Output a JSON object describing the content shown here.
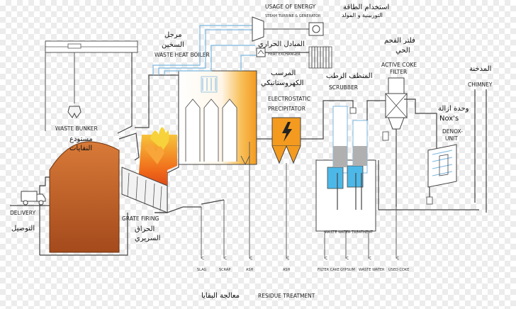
{
  "labels": {
    "usage_en": "USAGE OF ENERGY",
    "usage_ar": "استخدام الطاقة",
    "turbine_en": "STEAM TURBINE & GENERATOR",
    "turbine_ar": "التوربينية و المولد",
    "heat_ex_ar": "المبادل الحراري",
    "heat_ex_en": "HEAT EXCHANGER",
    "boiler_ar_1": "مرجل",
    "boiler_ar_2": "السخين",
    "boiler_en": "WASTE HEAT BOILER",
    "precip_ar_1": "المرسب",
    "precip_ar_2": "الكهروستاتيكي",
    "precip_en_1": "ELECTROSTATIC",
    "precip_en_2": "PRECIPITATOR",
    "scrubber_ar": "المنظف الرطب",
    "scrubber_en": "SCRUBBER",
    "coke_ar_1": "فلتر الفحم",
    "coke_ar_2": "الحي",
    "coke_en_1": "ACTIVE COKE",
    "coke_en_2": "FILTER",
    "chimney_ar": "المدخنة",
    "chimney_en": "CHIMNEY",
    "denox_ar_1": "وحدة ازالة",
    "denox_ar_2": "Nox's",
    "denox_en_1": "DENOX-",
    "denox_en_2": "UNIT",
    "bunker_en": "WASTE BUNKER",
    "bunker_ar_1": "مستودع",
    "bunker_ar_2": "النفايات",
    "delivery_en": "DELIVERY",
    "delivery_ar": "التوصيل",
    "grate_en": "GRATE FIRING",
    "grate_ar_1": "الحراق",
    "grate_ar_2": "السريري",
    "wastewater": "WASTE WATER TREATMENT",
    "residue_ar": "معالجة البقايا",
    "residue_en": "RESIDUE TREATMENT"
  },
  "outputs": [
    "SLAG",
    "SCRAP",
    "ASH",
    "ASH",
    "FILTER CAKE",
    "GYPSUM",
    "WASTE WATER",
    "USED COKE"
  ],
  "colors": {
    "pipe_blue": "#7cb8e0",
    "fire_red": "#e53a1a",
    "fire_orange": "#f39a1f",
    "fire_yellow": "#f7d23a",
    "waste_brown": "#c4632a",
    "tank_blue": "#4cb8e8",
    "tank_grey": "#b0b0b0"
  },
  "icons": [
    "crane-grab-icon",
    "truck-icon",
    "turbine-icon",
    "generator-icon",
    "heat-exchanger-icon",
    "lightning-icon",
    "fan-icon"
  ]
}
